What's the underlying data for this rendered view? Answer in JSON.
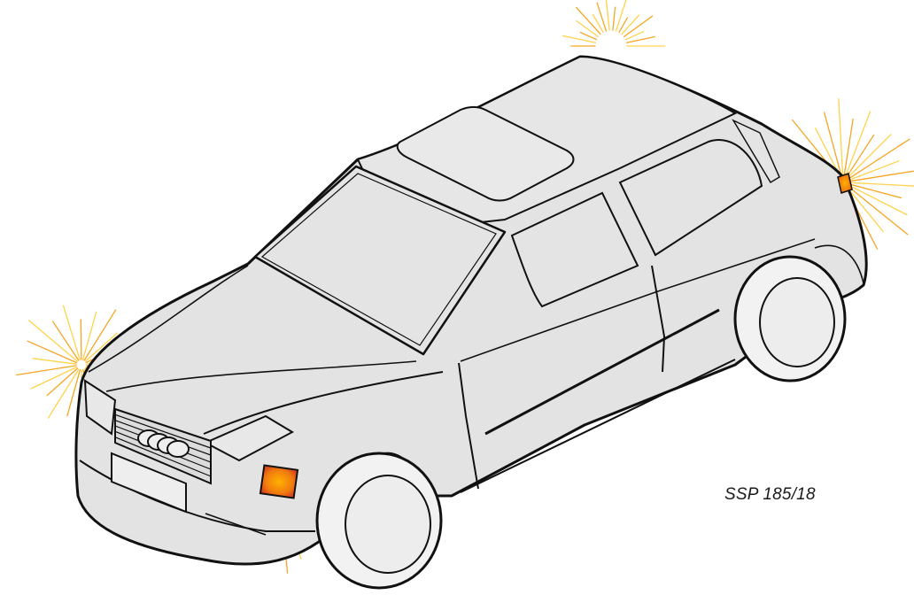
{
  "figure": {
    "reference_label": "SSP 185/18",
    "illustration": "hatchback-car-hazard-lights",
    "colors": {
      "body": "#e3e3e3",
      "outline": "#111111",
      "tire": "#f2f2f2",
      "lamp_glow": "#ff8a00",
      "lamp_core": "#e8501a",
      "ray_orange": "#f5a623",
      "ray_yellow": "#ffd24a"
    },
    "flashing_lamps": [
      "front-left-indicator",
      "front-right-indicator",
      "rear-right-indicator",
      "rear-left-indicator"
    ]
  }
}
